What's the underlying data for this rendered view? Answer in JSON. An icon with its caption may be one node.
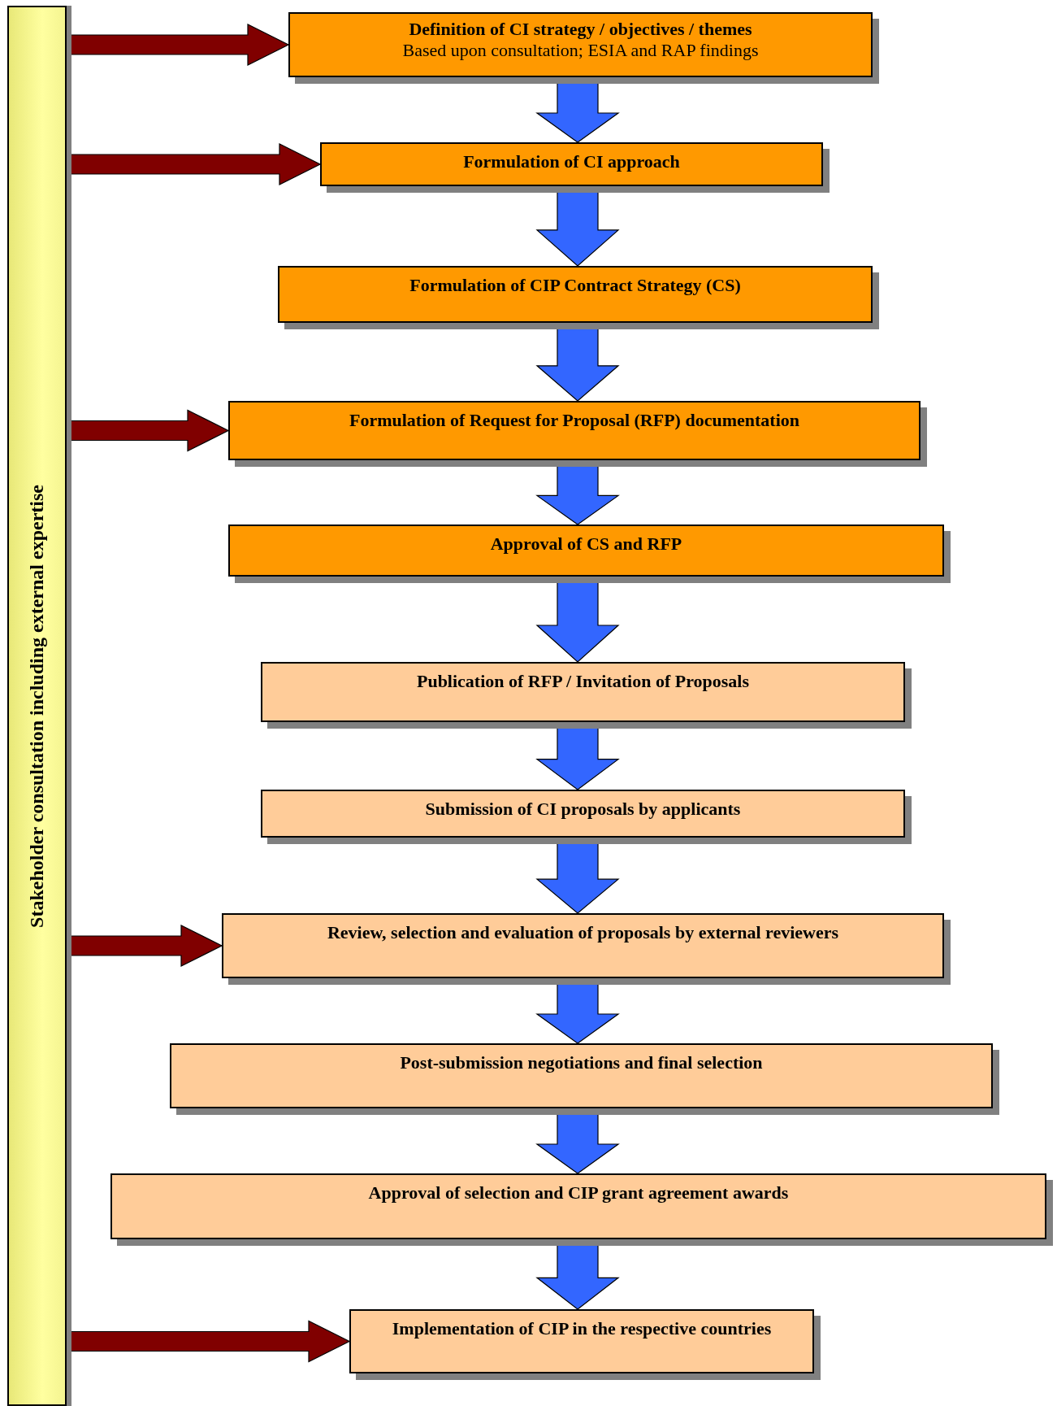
{
  "diagram": {
    "nodes": [
      {
        "text": [
          "Stakeholder consultation including external expertise"
        ]
      },
      {
        "text": [
          "Definition of CI strategy / objectives / themes",
          "Based upon consultation; ESIA and RAP findings"
        ]
      },
      {
        "text": [
          "Formulation of CI approach"
        ]
      },
      {
        "text": [
          "Formulation of CIP Contract Strategy (CS)"
        ]
      },
      {
        "text": [
          "Formulation of Request for Proposal (RFP) documentation"
        ]
      },
      {
        "text": [
          "Approval of CS and RFP"
        ]
      },
      {
        "text": [
          "Publication of RFP / Invitation of Proposals"
        ]
      },
      {
        "text": [
          "Submission of CI proposals by applicants"
        ]
      },
      {
        "text": [
          "Review, selection and evaluation of proposals by external reviewers"
        ]
      },
      {
        "text": [
          "Post-submission negotiations and final selection"
        ]
      },
      {
        "text": [
          "Approval of selection and CIP grant agreement awards"
        ]
      },
      {
        "text": [
          "Implementation of CIP in the respective countries"
        ]
      }
    ],
    "edges": [
      {
        "from": 1,
        "to": 2,
        "arrow": "to"
      },
      {
        "from": 2,
        "to": 3,
        "arrow": "to"
      },
      {
        "from": 3,
        "to": 4,
        "arrow": "to"
      },
      {
        "from": 4,
        "to": 5,
        "arrow": "to"
      },
      {
        "from": 5,
        "to": 6,
        "arrow": "to"
      },
      {
        "from": 6,
        "to": 7,
        "arrow": "to"
      },
      {
        "from": 7,
        "to": 8,
        "arrow": "to"
      },
      {
        "from": 8,
        "to": 9,
        "arrow": "to"
      },
      {
        "from": 9,
        "to": 10,
        "arrow": "to"
      },
      {
        "from": 10,
        "to": 11,
        "arrow": "to"
      },
      {
        "from": 0,
        "to": 1,
        "arrow": "to",
        "color": "#800000"
      },
      {
        "from": 0,
        "to": 2,
        "arrow": "to",
        "color": "#800000"
      },
      {
        "from": 0,
        "to": 4,
        "arrow": "to",
        "color": "#800000"
      },
      {
        "from": 0,
        "to": 8,
        "arrow": "to",
        "color": "#800000"
      },
      {
        "from": 0,
        "to": 11,
        "arrow": "to",
        "color": "#800000"
      }
    ]
  }
}
